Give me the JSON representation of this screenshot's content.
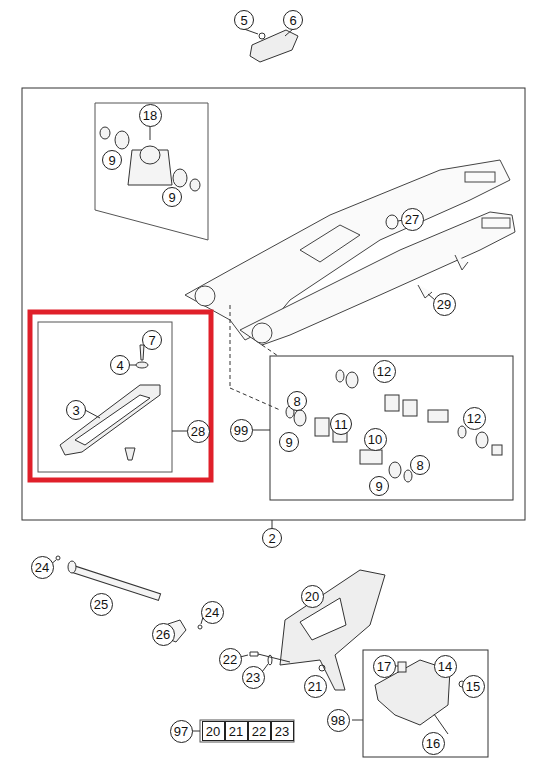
{
  "diagram": {
    "labels": [
      "5",
      "6",
      "18",
      "9",
      "9",
      "27",
      "29",
      "7",
      "4",
      "3",
      "28",
      "12",
      "8",
      "99",
      "11",
      "12",
      "9",
      "10",
      "8",
      "9",
      "2",
      "24",
      "25",
      "24",
      "26",
      "20",
      "22",
      "23",
      "21",
      "17",
      "14",
      "15",
      "16",
      "98",
      "97",
      "20",
      "21",
      "22",
      "23"
    ]
  }
}
